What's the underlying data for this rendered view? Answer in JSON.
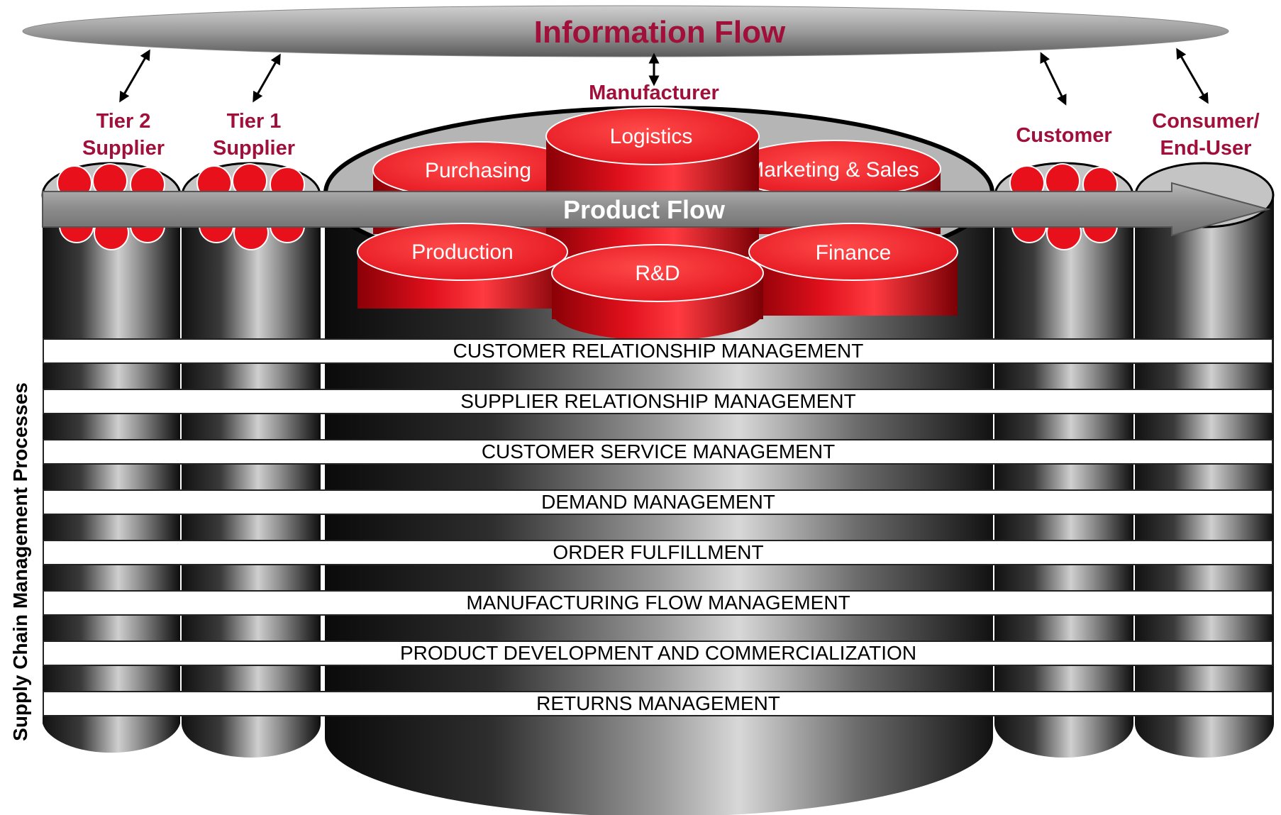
{
  "diagram": {
    "information_flow": "Information Flow",
    "product_flow": "Product Flow",
    "side_label": "Supply Chain Management Processes",
    "manufacturer": "Manufacturer",
    "tier2": [
      "Tier 2",
      "Supplier"
    ],
    "tier1": [
      "Tier 1",
      "Supplier"
    ],
    "customer": "Customer",
    "consumer": [
      "Consumer/",
      "End-User"
    ],
    "departments": {
      "logistics": "Logistics",
      "purchasing": "Purchasing",
      "marketing": "Marketing & Sales",
      "production": "Production",
      "finance": "Finance",
      "rnd": "R&D"
    },
    "processes": [
      "CUSTOMER RELATIONSHIP MANAGEMENT",
      "SUPPLIER RELATIONSHIP MANAGEMENT",
      "CUSTOMER SERVICE MANAGEMENT",
      "DEMAND MANAGEMENT",
      "ORDER FULFILLMENT",
      "MANUFACTURING FLOW MANAGEMENT",
      "PRODUCT DEVELOPMENT AND COMMERCIALIZATION",
      "RETURNS MANAGEMENT"
    ],
    "colors": {
      "label_red": "#a0103a",
      "disc_red": "#e8101a",
      "cylinder_dark": "#2a2a2a",
      "band": "#ffffff"
    }
  }
}
